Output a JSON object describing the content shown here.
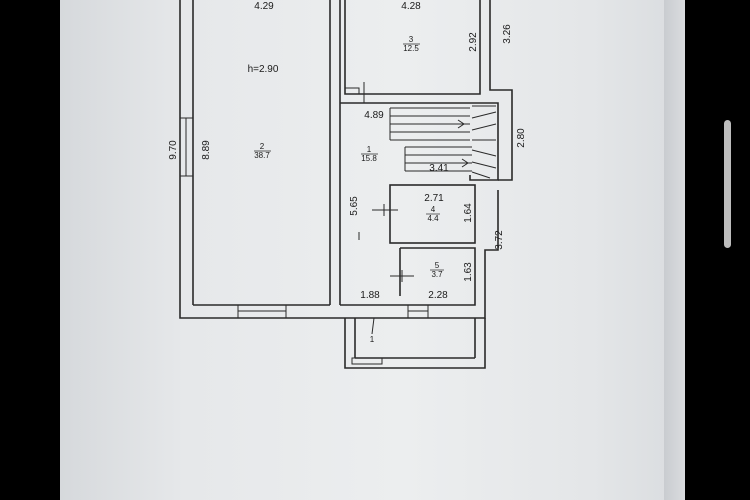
{
  "plan": {
    "ceiling_height": "h=2.90",
    "rooms": [
      {
        "number": "2",
        "area": "38.7"
      },
      {
        "number": "3",
        "area": "12.5"
      },
      {
        "number": "1",
        "area": "15.8"
      },
      {
        "number": "4",
        "area": "4.4"
      },
      {
        "number": "5",
        "area": "3.7"
      }
    ],
    "dimensions": {
      "top_left": "4.29",
      "top_right": "4.28",
      "right_outer_top": "3.26",
      "room3_height": "2.92",
      "left_outer": "9.70",
      "left_inner": "8.89",
      "stair_top": "4.89",
      "stair_mid": "3.41",
      "right_outer_mid": "2.80",
      "hall_height": "5.65",
      "room4_width": "2.71",
      "room4_height": "1.64",
      "room5_height": "1.63",
      "right_outer_low": "3.72",
      "hall_bottom": "1.88",
      "room5_width": "2.28"
    },
    "entry_mark": "1"
  },
  "colors": {
    "background": "#000000",
    "paper": "#e6e8ea",
    "line": "#2a2a2a",
    "scrollbar": "#bdbdbd"
  }
}
